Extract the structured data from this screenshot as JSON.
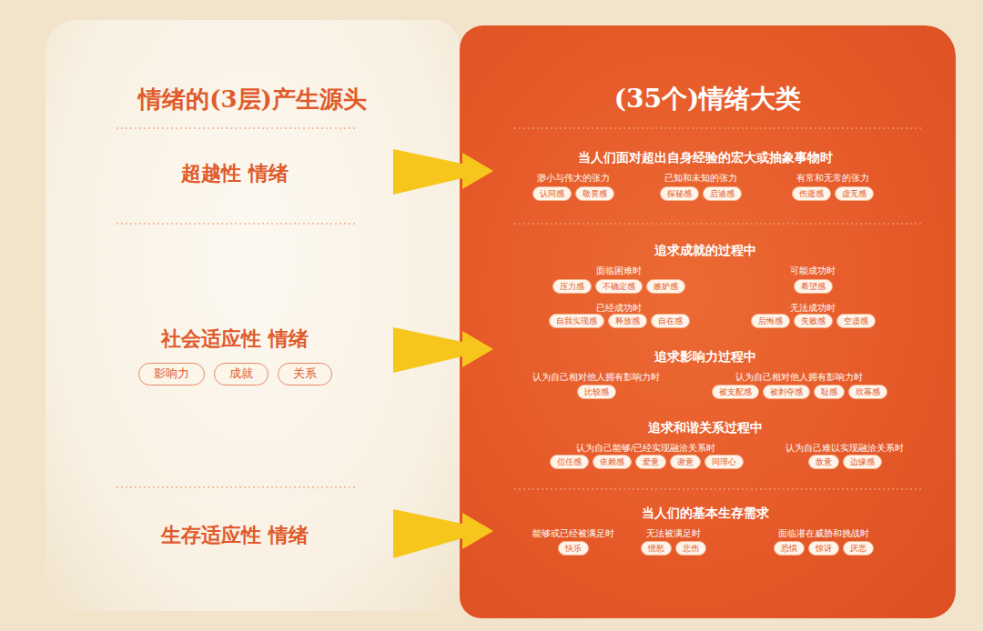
{
  "diagram": {
    "nodes": [
      {
        "text": [
          "情绪的(3层)产生源头"
        ]
      },
      {
        "text": [
          "(35个)情绪大类"
        ]
      },
      {
        "text": [
          "影响力"
        ],
        "in": 0
      },
      {
        "text": [
          "成就"
        ],
        "in": 0
      },
      {
        "text": [
          "关系"
        ],
        "in": 0
      },
      {
        "text": [
          "认同感"
        ],
        "in": 1
      },
      {
        "text": [
          "敬畏感"
        ],
        "in": 1
      },
      {
        "text": [
          "探秘感"
        ],
        "in": 1
      },
      {
        "text": [
          "启迪感"
        ],
        "in": 1
      },
      {
        "text": [
          "伤逝感"
        ],
        "in": 1
      },
      {
        "text": [
          "虚无感"
        ],
        "in": 1
      },
      {
        "text": [
          "压力感"
        ],
        "in": 1
      },
      {
        "text": [
          "不确定感"
        ],
        "in": 1
      },
      {
        "text": [
          "嫉妒感"
        ],
        "in": 1
      },
      {
        "text": [
          "希望感"
        ],
        "in": 1
      },
      {
        "text": [
          "自我实现感"
        ],
        "in": 1
      },
      {
        "text": [
          "释放感"
        ],
        "in": 1
      },
      {
        "text": [
          "自在感"
        ],
        "in": 1
      },
      {
        "text": [
          "后悔感"
        ],
        "in": 1
      },
      {
        "text": [
          "失败感"
        ],
        "in": 1
      },
      {
        "text": [
          "空虚感"
        ],
        "in": 1
      },
      {
        "text": [
          "比较感"
        ],
        "in": 1
      },
      {
        "text": [
          "被支配感"
        ],
        "in": 1
      },
      {
        "text": [
          "被剥夺感"
        ],
        "in": 1
      },
      {
        "text": [
          "耻感"
        ],
        "in": 1
      },
      {
        "text": [
          "欣慕感"
        ],
        "in": 1
      },
      {
        "text": [
          "信任感"
        ],
        "in": 1
      },
      {
        "text": [
          "依赖感"
        ],
        "in": 1
      },
      {
        "text": [
          "爱意"
        ],
        "in": 1
      },
      {
        "text": [
          "谢意"
        ],
        "in": 1
      },
      {
        "text": [
          "同理心"
        ],
        "in": 1
      },
      {
        "text": [
          "敌意"
        ],
        "in": 1
      },
      {
        "text": [
          "边缘感"
        ],
        "in": 1
      },
      {
        "text": [
          "快乐"
        ],
        "in": 1
      },
      {
        "text": [
          "愤怒"
        ],
        "in": 1
      },
      {
        "text": [
          "悲伤"
        ],
        "in": 1
      },
      {
        "text": [
          "恐惧"
        ],
        "in": 1
      },
      {
        "text": [
          "惊讶"
        ],
        "in": 1
      },
      {
        "text": [
          "厌恶"
        ],
        "in": 1
      }
    ],
    "labels": [
      "超越性 情绪",
      "社会适应性 情绪",
      "生存适应性 情绪",
      "当人们面对超出自身经验的宏大或抽象事物时",
      "渺小与伟大的张力",
      "已知和未知的张力",
      "有常和无常的张力",
      "追求成就的过程中",
      "面临困难时",
      "可能成功时",
      "已经成功时",
      "无法成功时",
      "追求影响力过程中",
      "认为自己相对他人拥有影响力时",
      "认为自己相对他人拥有影响力时",
      "追求和谐关系过程中",
      "认为自己能够/已经实现融洽关系时",
      "认为自己难以实现融洽关系时",
      "当人们的基本生存需求",
      "能够或已经被满足时",
      "无法被满足时",
      "面临潜在威胁和挑战时"
    ]
  }
}
